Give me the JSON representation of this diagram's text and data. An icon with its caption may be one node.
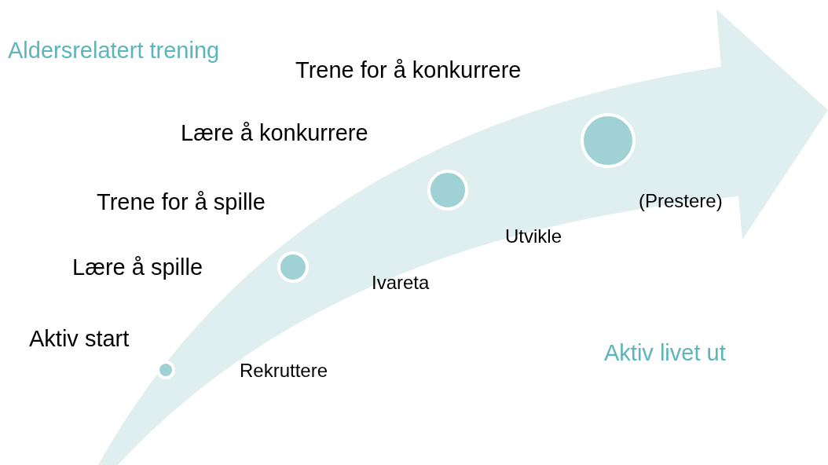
{
  "diagram": {
    "title": "Aldersrelatert trening",
    "nodes": [
      {
        "text": [],
        "shape": "circle"
      },
      {
        "text": [],
        "shape": "circle"
      },
      {
        "text": [],
        "shape": "circle"
      },
      {
        "text": [],
        "shape": "circle"
      }
    ],
    "labels": [
      "Trene for å konkurrere",
      "Lære å konkurrere",
      "Trene for å spille",
      "(Prestere)",
      "Utvikle",
      "Lære å spille",
      "Ivareta",
      "Aktiv start",
      "Aktiv livet ut",
      "Rekruttere"
    ]
  }
}
